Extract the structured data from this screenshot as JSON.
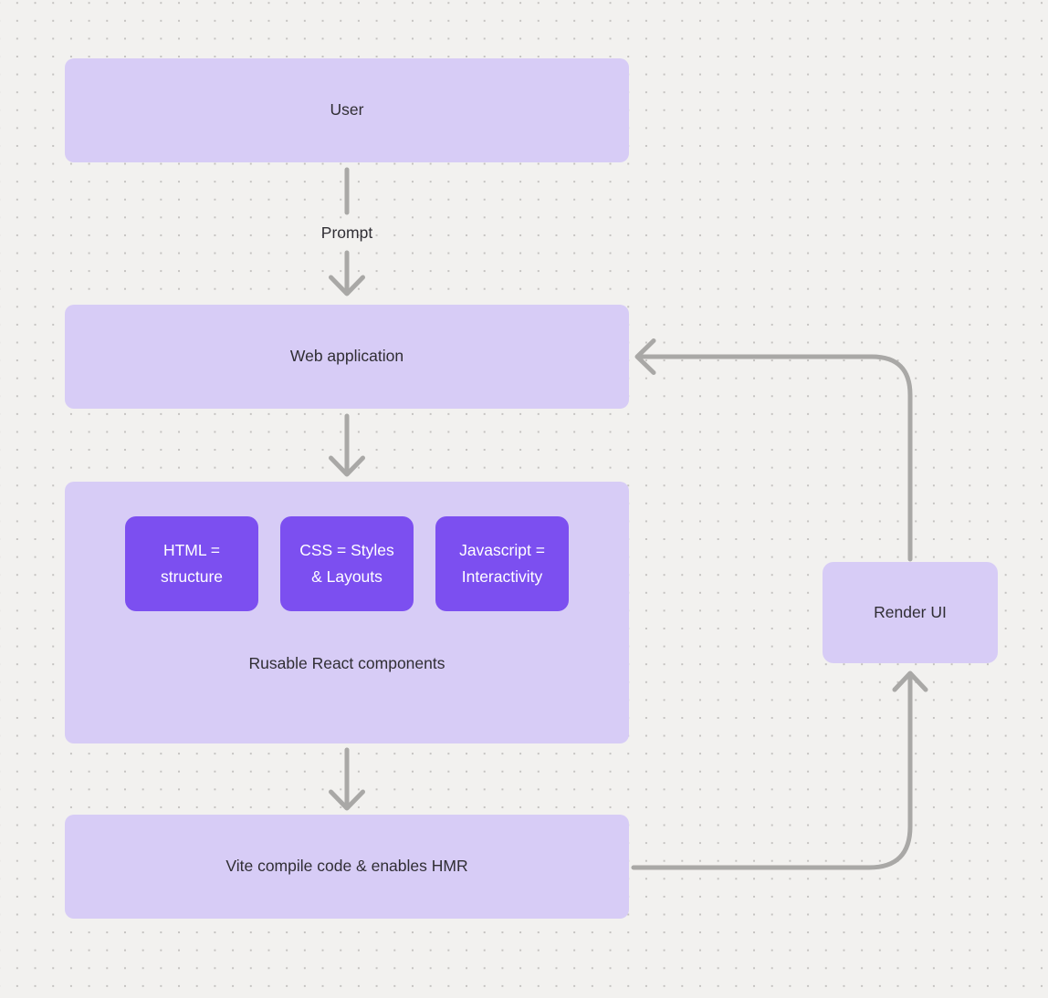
{
  "colors": {
    "background": "#f2f1ef",
    "dot": "#c4c2c0",
    "node_fill": "#d7ccf6",
    "accent_fill": "#7c4ff0",
    "accent_text": "#ffffff",
    "node_text": "#302e34",
    "connector": "#a9a8a6"
  },
  "nodes": {
    "user": {
      "label": "User"
    },
    "web_application": {
      "label": "Web application"
    },
    "components_group": {
      "caption": "Rusable React components"
    },
    "html": {
      "label": "HTML =\nstructure"
    },
    "css": {
      "label": "CSS = Styles\n& Layouts"
    },
    "javascript": {
      "label": "Javascript =\nInteractivity"
    },
    "vite": {
      "label": "Vite compile code & enables HMR"
    },
    "render_ui": {
      "label": "Render UI"
    }
  },
  "edges": {
    "user_to_webapp": {
      "label": "Prompt"
    },
    "webapp_to_components": {
      "label": ""
    },
    "components_to_vite": {
      "label": ""
    },
    "vite_to_render": {
      "label": ""
    },
    "render_to_webapp": {
      "label": ""
    }
  }
}
